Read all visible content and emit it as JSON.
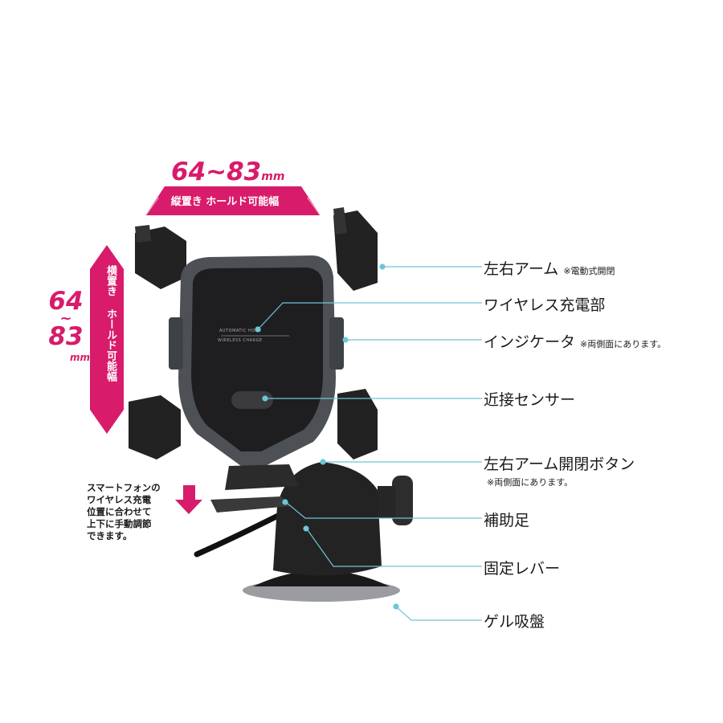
{
  "top_dimension": {
    "value": "64~83",
    "unit": "mm",
    "caption": "縦置き ホールド可能幅"
  },
  "left_dimension": {
    "value_top": "64",
    "tilde": "~",
    "value_bottom": "83",
    "unit": "mm",
    "caption": "横置き ホールド可能幅"
  },
  "callouts": {
    "arms": {
      "label": "左右アーム",
      "note": "※電動式開閉"
    },
    "charger": {
      "label": "ワイヤレス充電部"
    },
    "indicator": {
      "label": "インジケータ",
      "note": "※両側面にあります。"
    },
    "sensor": {
      "label": "近接センサー"
    },
    "arm_button": {
      "label": "左右アーム開閉ボタン",
      "note": "※両側面にあります。"
    },
    "support_foot": {
      "label": "補助足"
    },
    "lever": {
      "label": "固定レバー"
    },
    "suction": {
      "label": "ゲル吸盤"
    }
  },
  "left_instruction": [
    "スマートフォンの",
    "ワイヤレス充電",
    "位置に合わせて",
    "上下に手動調節",
    "できます。"
  ],
  "device_print": {
    "line1": "AUTOMATIC HOLD",
    "line2": "WIRELESS CHARGE"
  },
  "colors": {
    "accent": "#d81b6a",
    "leader": "#6ec5d8",
    "device_dark": "#1c1c1e",
    "device_gray": "#5a5d62"
  }
}
